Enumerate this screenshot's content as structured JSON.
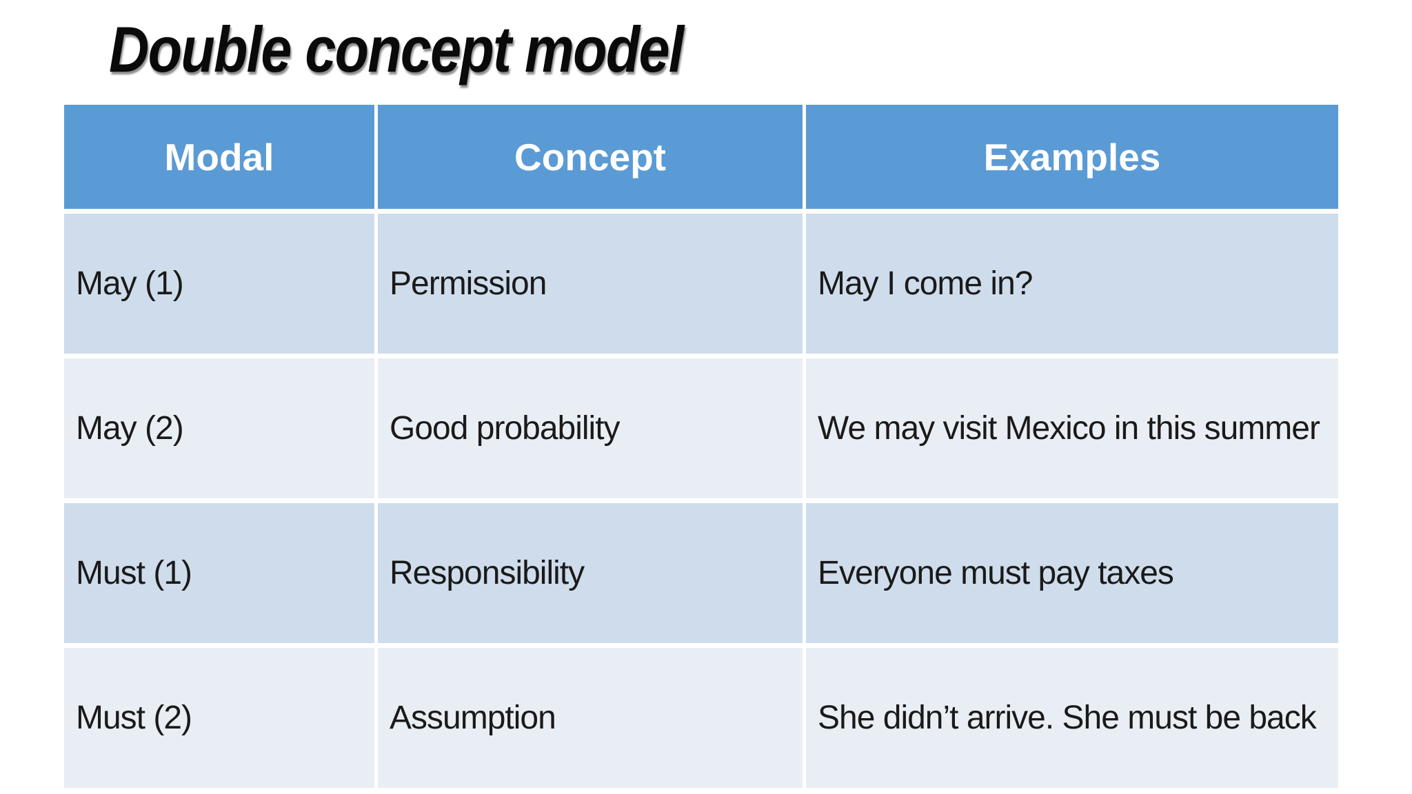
{
  "slide": {
    "title": "Double concept model"
  },
  "table": {
    "columns": [
      "Modal",
      "Concept",
      "Examples"
    ],
    "rows": [
      {
        "modal": "May (1)",
        "concept": "Permission",
        "example": "May I come in?"
      },
      {
        "modal": "May (2)",
        "concept": "Good probability",
        "example": "We may visit Mexico in this summer"
      },
      {
        "modal": "Must (1)",
        "concept": "Responsibility",
        "example": "Everyone must pay taxes"
      },
      {
        "modal": "Must (2)",
        "concept": "Assumption",
        "example": "She didn’t arrive. She must be back"
      }
    ],
    "colors": {
      "header_bg": "#5B9BD5",
      "row_odd_bg": "#CFDCEB",
      "row_even_bg": "#E9EDF4",
      "header_text": "#FFFFFF",
      "body_text": "#1A1A1A"
    }
  }
}
